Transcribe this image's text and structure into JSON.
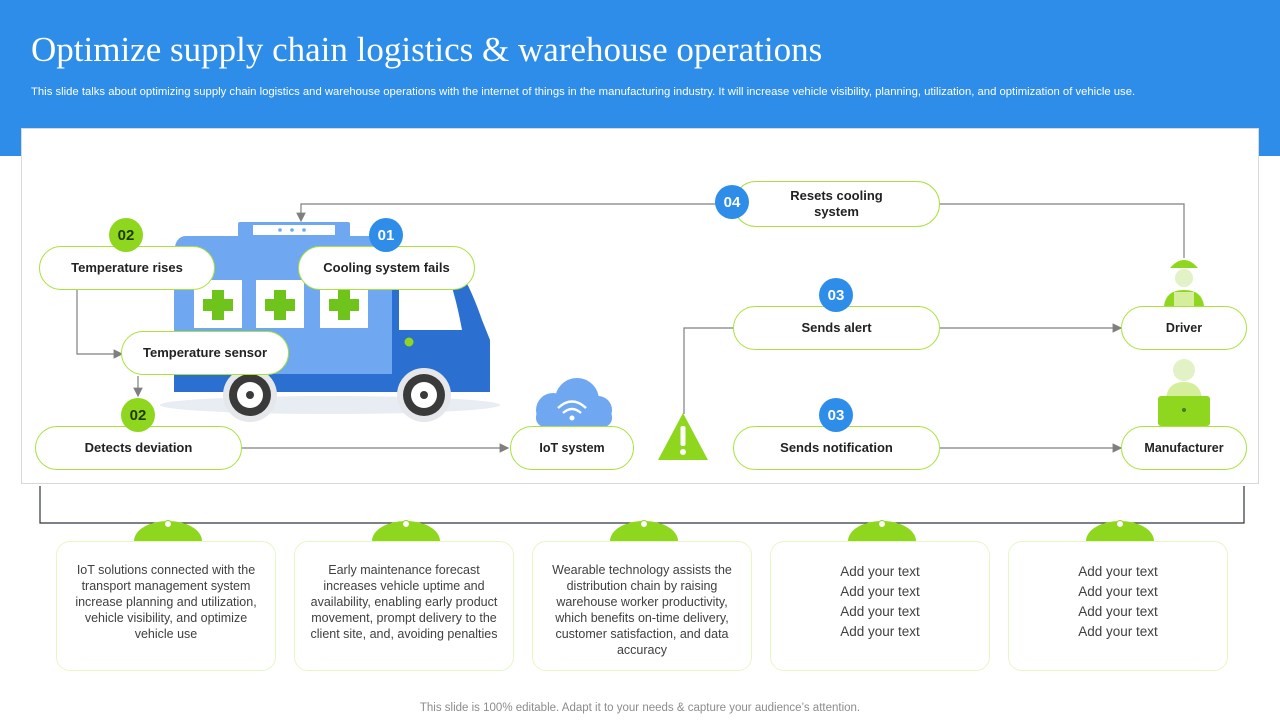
{
  "header": {
    "title": "Optimize supply chain logistics & warehouse operations",
    "subtitle": "This slide talks about optimizing supply chain logistics and warehouse operations with the internet of things in the manufacturing industry. It will increase vehicle visibility, planning, utilization, and optimization of vehicle use."
  },
  "nodes": {
    "temperature_rises": "Temperature rises",
    "cooling_fails": "Cooling system fails",
    "temperature_sensor": "Temperature sensor",
    "detects_deviation": "Detects deviation",
    "iot_system": "IoT system",
    "resets_cooling": "Resets cooling system",
    "sends_alert": "Sends alert",
    "sends_notification": "Sends notification",
    "driver": "Driver",
    "manufacturer": "Manufacturer"
  },
  "badges": {
    "temperature_rises": "02",
    "cooling_fails": "01",
    "detects_deviation": "02",
    "resets_cooling": "04",
    "sends_alert": "03",
    "sends_notification": "03"
  },
  "cards": [
    {
      "text": "IoT solutions connected with the transport management system increase planning and utilization, vehicle visibility, and optimize vehicle use"
    },
    {
      "text": "Early maintenance forecast increases vehicle uptime and availability, enabling early product movement, prompt delivery to the client site, and, avoiding penalties"
    },
    {
      "text": "Wearable technology assists the distribution chain by raising warehouse worker productivity, which benefits on-time delivery, customer satisfaction, and data accuracy"
    },
    {
      "lines": [
        "Add your text",
        "Add your text",
        "Add your text",
        "Add your text"
      ]
    },
    {
      "lines": [
        "Add your text",
        "Add your text",
        "Add your text",
        "Add your text"
      ]
    }
  ],
  "footer": "This slide is 100% editable. Adapt it to your needs & capture your audience’s attention.",
  "colors": {
    "header_blue": "#2d8de8",
    "accent_green": "#8fd61e",
    "node_border": "#a8e23a",
    "van_light": "#6fa8f0",
    "van_dark": "#2b6fd0",
    "connector": "#7f7f7f"
  },
  "icons": [
    "delivery-van-icon",
    "wifi-cloud-icon",
    "warning-triangle-icon",
    "driver-person-icon",
    "manufacturer-laptop-icon"
  ]
}
